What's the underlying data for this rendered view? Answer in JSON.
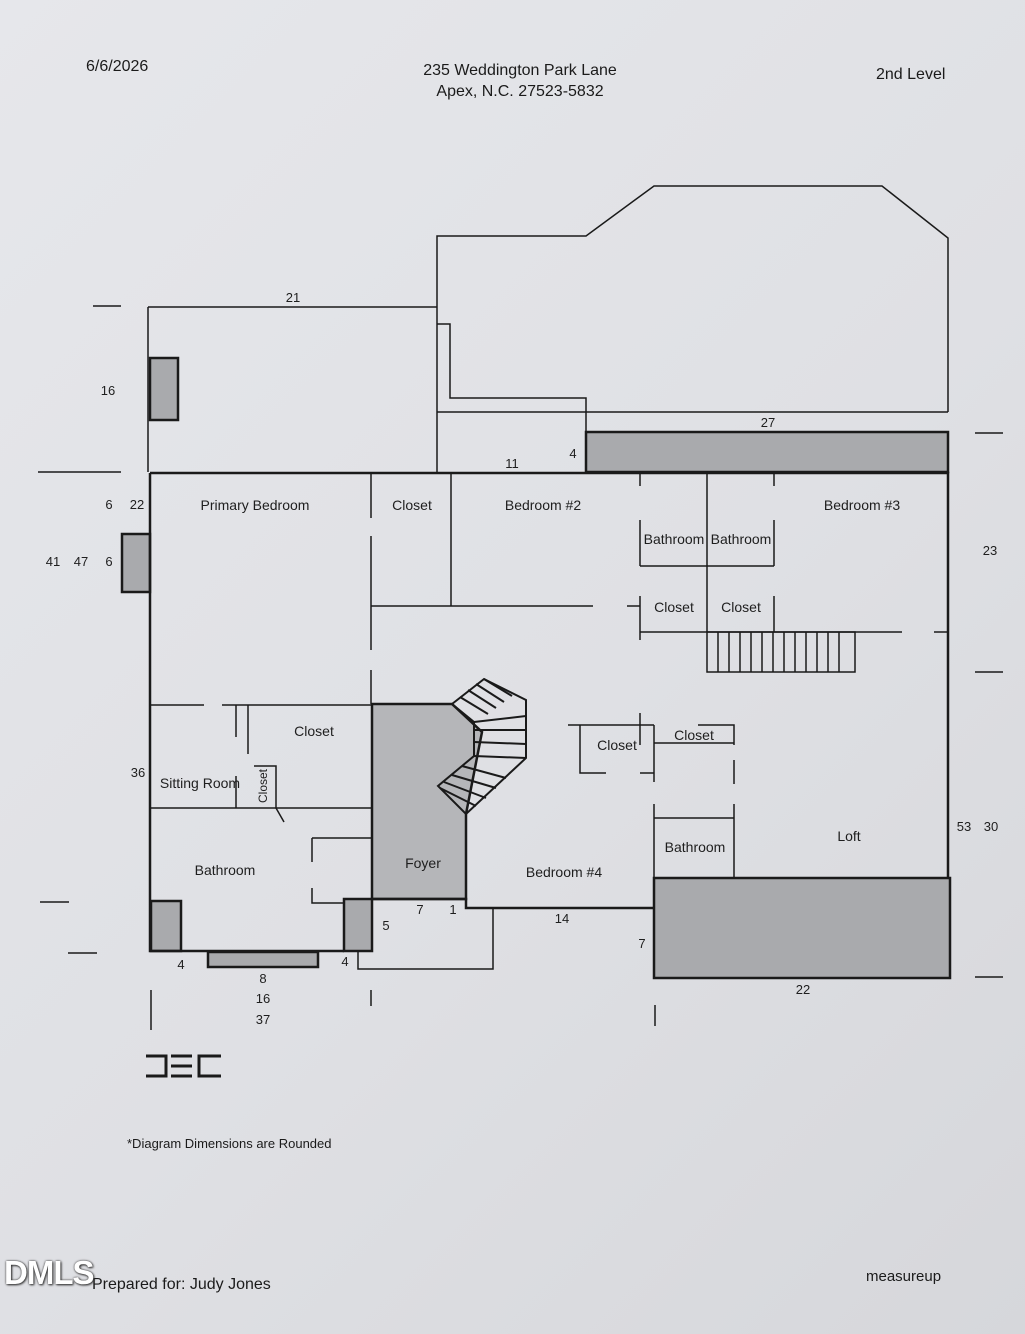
{
  "header": {
    "date": "6/6/2026",
    "address_line1": "235 Weddington Park Lane",
    "address_line2": "Apex, N.C. 27523-5832",
    "level": "2nd Level"
  },
  "rooms": {
    "primary_bedroom": "Primary Bedroom",
    "closet_a": "Closet",
    "bedroom2": "Bedroom #2",
    "bathroom_a": "Bathroom",
    "bathroom_b": "Bathroom",
    "bedroom3": "Bedroom #3",
    "closet_b": "Closet",
    "closet_c": "Closet",
    "closet_d": "Closet",
    "sitting_room": "Sitting Room",
    "closet_vertical": "Closet",
    "closet_e": "Closet",
    "closet_f": "Closet",
    "bathroom_c": "Bathroom",
    "bathroom_d": "Bathroom",
    "foyer": "Foyer",
    "bedroom4": "Bedroom #4",
    "loft": "Loft"
  },
  "dimensions": {
    "top_21": "21",
    "left_16": "16",
    "top_27": "27",
    "mid_11": "11",
    "mid_4": "4",
    "left_6a": "6",
    "left_22": "22",
    "right_23": "23",
    "left_41": "41",
    "left_47": "47",
    "left_6b": "6",
    "left_36": "36",
    "right_53": "53",
    "right_30": "30",
    "foyer_7": "7",
    "foyer_1": "1",
    "foyer_5": "5",
    "bottom_14": "14",
    "bottom_7": "7",
    "bottom_4a": "4",
    "bottom_4b": "4",
    "bottom_8": "8",
    "bottom_16": "16",
    "bottom_37": "37",
    "bottom_22": "22"
  },
  "footer": {
    "note": "*Diagram Dimensions are Rounded",
    "prepared_for": "Prepared for: Judy Jones",
    "brand": "measureup",
    "watermark": "DMLS"
  },
  "colors": {
    "paper": "#e2e3e7",
    "wall": "#1a1a1a",
    "shaded_area": "#a9aaad",
    "foyer_fill": "#b5b6b9"
  },
  "icons": {
    "logo": "dec-logo"
  }
}
